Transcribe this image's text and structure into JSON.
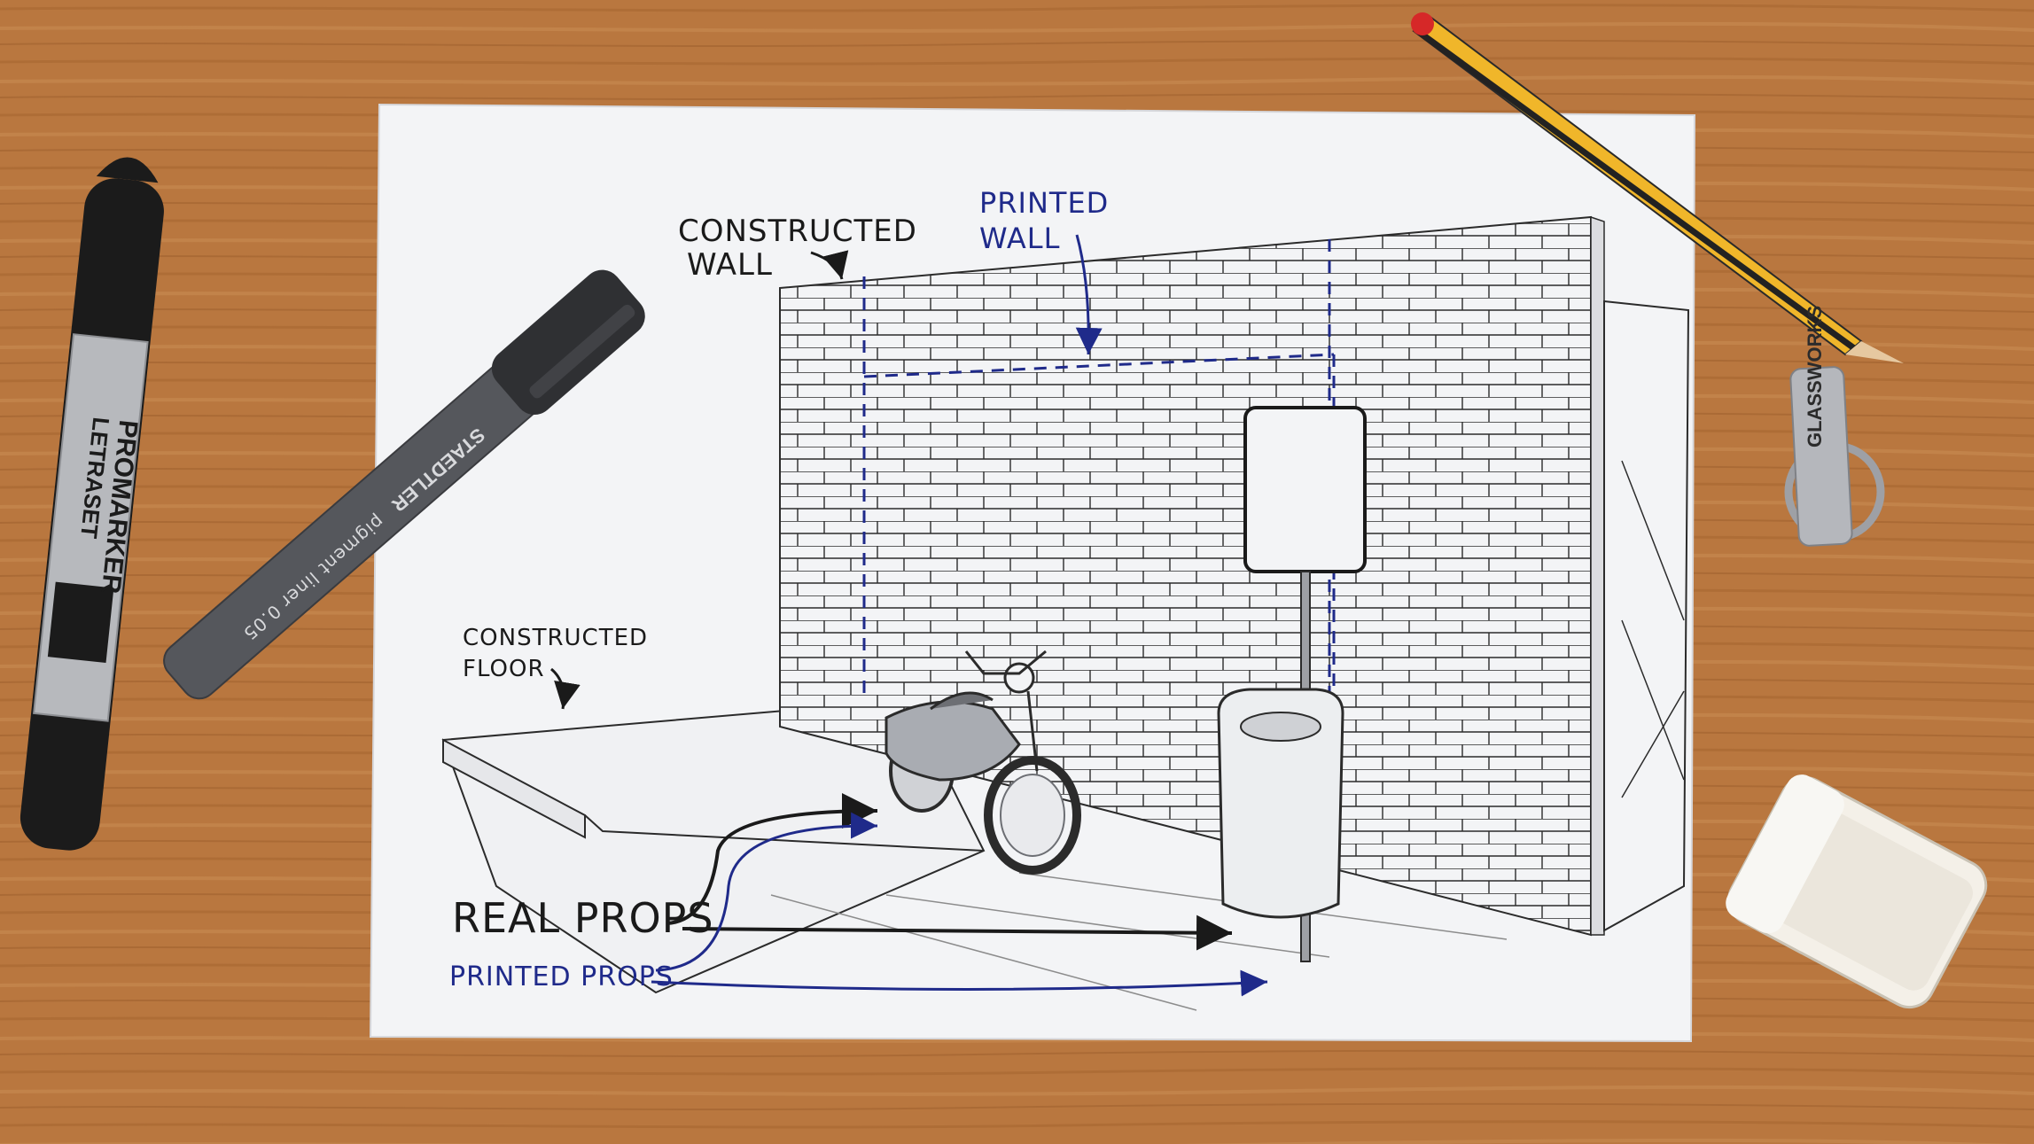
{
  "labels": {
    "constructed_wall": [
      "CONSTRUCTED",
      "WALL"
    ],
    "printed_wall": [
      "PRINTED",
      "WALL"
    ],
    "constructed_floor": [
      "CONSTRUCTED",
      "FLOOR"
    ],
    "real_props": "REAL PROPS",
    "printed_props": "PRINTED PROPS"
  },
  "objects": {
    "marker_brand": "LETRASET",
    "marker_name": "PROMARKER",
    "fineliner_brand": "STAEDTLER",
    "fineliner_text": "pigment liner 0.05",
    "usb_text": "GLASSWORKS"
  },
  "colors": {
    "wood": "#b9773f",
    "paper": "#f3f4f6",
    "ink_black": "#1a1a1a",
    "ink_blue": "#1f2a8a",
    "pencil_yellow": "#f0b62a"
  }
}
